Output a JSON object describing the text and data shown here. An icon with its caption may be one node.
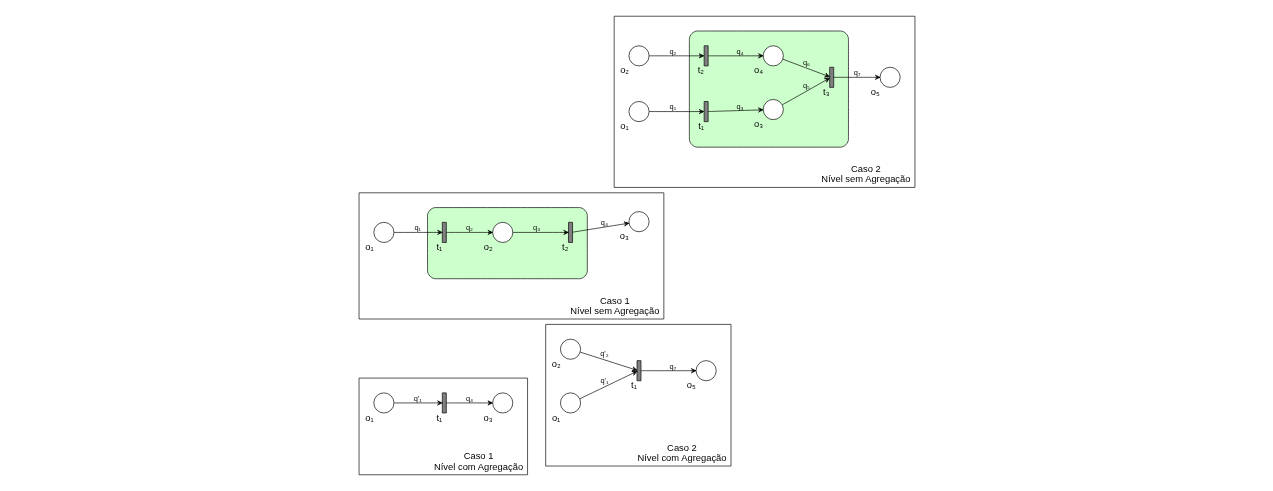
{
  "diagram": {
    "nodes": [
      {
        "text": [
          "Caso 1",
          "Nível sem Agregação"
        ]
      },
      {
        "text": [],
        "shape": "box",
        "in": 0
      },
      {
        "text": [],
        "shape": "circle",
        "beside": [
          "o₁"
        ],
        "in": 0
      },
      {
        "text": [],
        "shape": "bar",
        "beside": [
          "t₁"
        ],
        "in": 1
      },
      {
        "text": [],
        "shape": "circle",
        "beside": [
          "o₂"
        ],
        "in": 1
      },
      {
        "text": [],
        "shape": "bar",
        "beside": [
          "t₂"
        ],
        "in": 1
      },
      {
        "text": [],
        "shape": "circle",
        "beside": [
          "o₃"
        ],
        "in": 0
      },
      {
        "text": [
          "Caso 2",
          "Nível sem Agregação"
        ]
      },
      {
        "text": [],
        "shape": "box",
        "in": 7
      },
      {
        "text": [],
        "shape": "circle",
        "beside": [
          "o₁"
        ],
        "in": 7
      },
      {
        "text": [],
        "shape": "circle",
        "beside": [
          "o₂"
        ],
        "in": 7
      },
      {
        "text": [],
        "shape": "bar",
        "beside": [
          "t₁"
        ],
        "in": 8
      },
      {
        "text": [],
        "shape": "bar",
        "beside": [
          "t₂"
        ],
        "in": 8
      },
      {
        "text": [],
        "shape": "circle",
        "beside": [
          "o₃"
        ],
        "in": 8
      },
      {
        "text": [],
        "shape": "circle",
        "beside": [
          "o₄"
        ],
        "in": 8
      },
      {
        "text": [],
        "shape": "bar",
        "beside": [
          "t₃"
        ],
        "in": 8
      },
      {
        "text": [],
        "shape": "circle",
        "beside": [
          "o₅"
        ],
        "in": 7
      },
      {
        "text": [
          "Caso 1",
          "Nível com Agregação"
        ]
      },
      {
        "text": [],
        "shape": "circle",
        "beside": [
          "o₁"
        ],
        "in": 17
      },
      {
        "text": [],
        "shape": "bar",
        "beside": [
          "t₁"
        ],
        "in": 17
      },
      {
        "text": [],
        "shape": "circle",
        "beside": [
          "o₃"
        ],
        "in": 17
      },
      {
        "text": [
          "Caso 2",
          "Nível com Agregação"
        ]
      },
      {
        "text": [],
        "shape": "circle",
        "beside": [
          "o₁"
        ],
        "in": 21
      },
      {
        "text": [],
        "shape": "circle",
        "beside": [
          "o₂"
        ],
        "in": 21
      },
      {
        "text": [],
        "shape": "bar",
        "beside": [
          "t₁"
        ],
        "in": 21
      },
      {
        "text": [],
        "shape": "circle",
        "beside": [
          "o₅"
        ],
        "in": 21
      }
    ],
    "edges": [
      {
        "from": 2,
        "to": 3,
        "arrow": "to",
        "label": "q₁"
      },
      {
        "from": 3,
        "to": 4,
        "arrow": "to",
        "label": "q₂"
      },
      {
        "from": 4,
        "to": 5,
        "arrow": "to",
        "label": "q₃"
      },
      {
        "from": 5,
        "to": 6,
        "arrow": "to",
        "label": "q₄"
      },
      {
        "from": 9,
        "to": 11,
        "arrow": "to",
        "label": "q₁"
      },
      {
        "from": 10,
        "to": 12,
        "arrow": "to",
        "label": "q₂"
      },
      {
        "from": 11,
        "to": 13,
        "arrow": "to",
        "label": "q₃"
      },
      {
        "from": 12,
        "to": 14,
        "arrow": "to",
        "label": "q₄"
      },
      {
        "from": 13,
        "to": 15,
        "arrow": "to",
        "label": "q₅"
      },
      {
        "from": 14,
        "to": 15,
        "arrow": "to",
        "label": "q₆"
      },
      {
        "from": 15,
        "to": 16,
        "arrow": "to",
        "label": "q₇"
      },
      {
        "from": 18,
        "to": 19,
        "arrow": "to",
        "label": "q'₁"
      },
      {
        "from": 19,
        "to": 20,
        "arrow": "to",
        "label": "q₄"
      },
      {
        "from": 22,
        "to": 24,
        "arrow": "to",
        "label": "q'₁"
      },
      {
        "from": 23,
        "to": 24,
        "arrow": "to",
        "label": "q'₂"
      },
      {
        "from": 24,
        "to": 25,
        "arrow": "to",
        "label": "q₇"
      }
    ]
  }
}
